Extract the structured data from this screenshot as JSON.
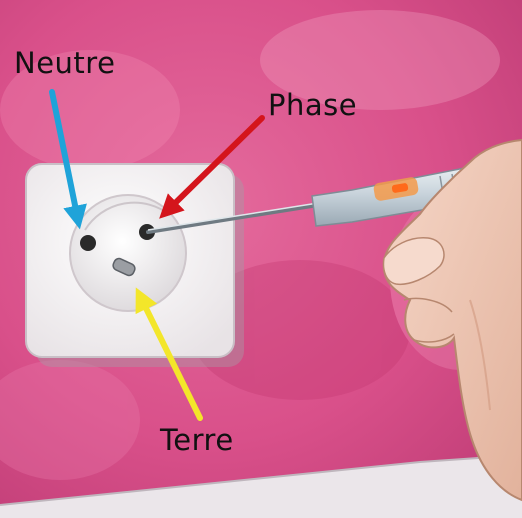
{
  "labels": {
    "neutral": "Neutre",
    "phase": "Phase",
    "earth": "Terre"
  },
  "colors": {
    "wall": "#d9508a",
    "neutral_arrow": "#1fa3d9",
    "phase_arrow": "#d4151c",
    "earth_arrow": "#f3e62a",
    "socket": "#f6f4f4"
  },
  "icons": {
    "tester": "screwdriver-tester-icon",
    "hand": "hand-icon"
  }
}
